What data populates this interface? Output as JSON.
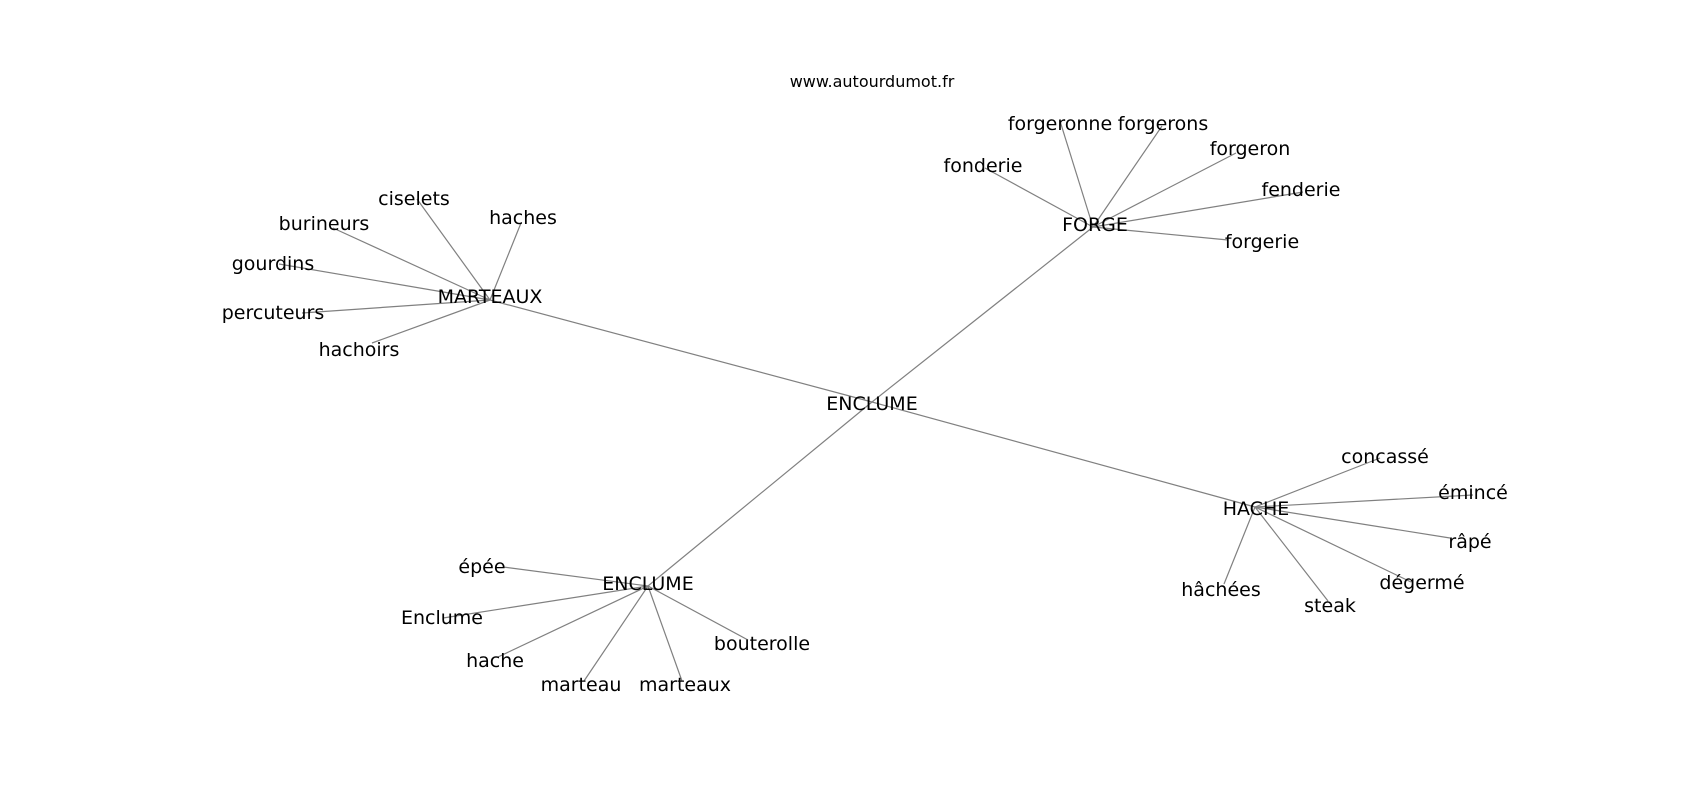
{
  "header": {
    "site": "www.autourdumot.fr"
  },
  "graph": {
    "center": "ENCLUME",
    "clusters": [
      {
        "hub": "MARTEAUX",
        "leaves": [
          "ciselets",
          "haches",
          "burineurs",
          "gourdins",
          "percuteurs",
          "hachoirs"
        ]
      },
      {
        "hub": "FORGE",
        "leaves": [
          "forgeronne",
          "forgerons",
          "forgeron",
          "fonderie",
          "fenderie",
          "forgerie"
        ]
      },
      {
        "hub": "HACHE",
        "leaves": [
          "concassé",
          "émincé",
          "râpé",
          "dégermé",
          "steak",
          "hâchées"
        ]
      },
      {
        "hub": "ENCLUME",
        "leaves": [
          "épée",
          "Enclume",
          "hache",
          "marteau",
          "marteaux",
          "bouterolle"
        ]
      }
    ]
  }
}
